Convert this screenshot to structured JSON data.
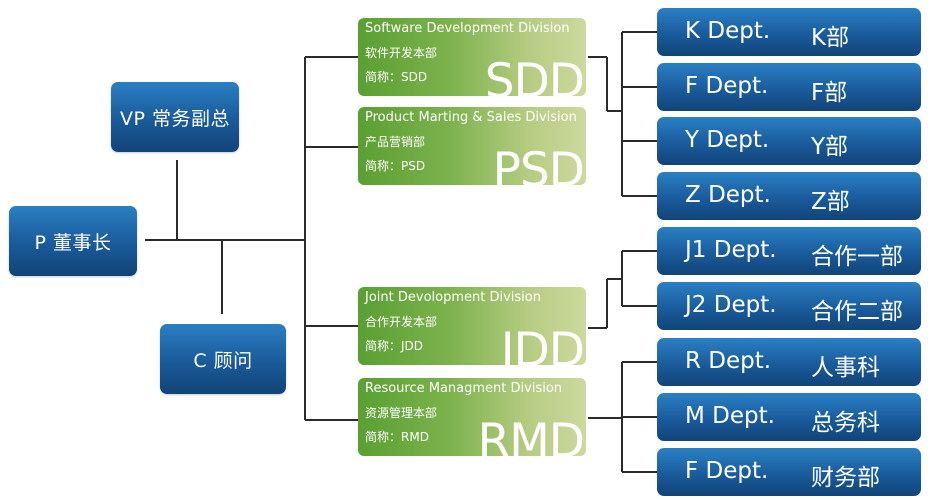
{
  "executives": {
    "president": "P  董事长",
    "vp": "VP  常务副总",
    "counselor": "C  顾问"
  },
  "divisions": [
    {
      "name_en": "Software Development Division",
      "name_cn": "软件开发本部",
      "abbr": "简称：SDD",
      "code": "SDD"
    },
    {
      "name_en": "Product Marting & Sales Division",
      "name_cn": "产品营销部",
      "abbr": "简称：PSD",
      "code": "PSD"
    },
    {
      "name_en": "Joint Devolopment Division",
      "name_cn": "合作开发本部",
      "abbr": "简称：JDD",
      "code": "JDD"
    },
    {
      "name_en": "Resource Managment Division",
      "name_cn": "资源管理本部",
      "abbr": "简称：RMD",
      "code": "RMD"
    }
  ],
  "departments": [
    {
      "en": "K Dept.",
      "cn": "K部"
    },
    {
      "en": "F Dept.",
      "cn": "F部"
    },
    {
      "en": "Y Dept.",
      "cn": "Y部"
    },
    {
      "en": "Z Dept.",
      "cn": "Z部"
    },
    {
      "en": "J1 Dept.",
      "cn": "合作一部"
    },
    {
      "en": "J2 Dept.",
      "cn": "合作二部"
    },
    {
      "en": "R Dept.",
      "cn": "人事科"
    },
    {
      "en": "M Dept.",
      "cn": "总务科"
    },
    {
      "en": "F Dept.",
      "cn": "财务部"
    }
  ],
  "colors": {
    "blue_box": "#1a5a9a",
    "green_box_start": "#5a9f32",
    "green_box_end": "#cdd99e",
    "connector": "#2b2b2b"
  }
}
